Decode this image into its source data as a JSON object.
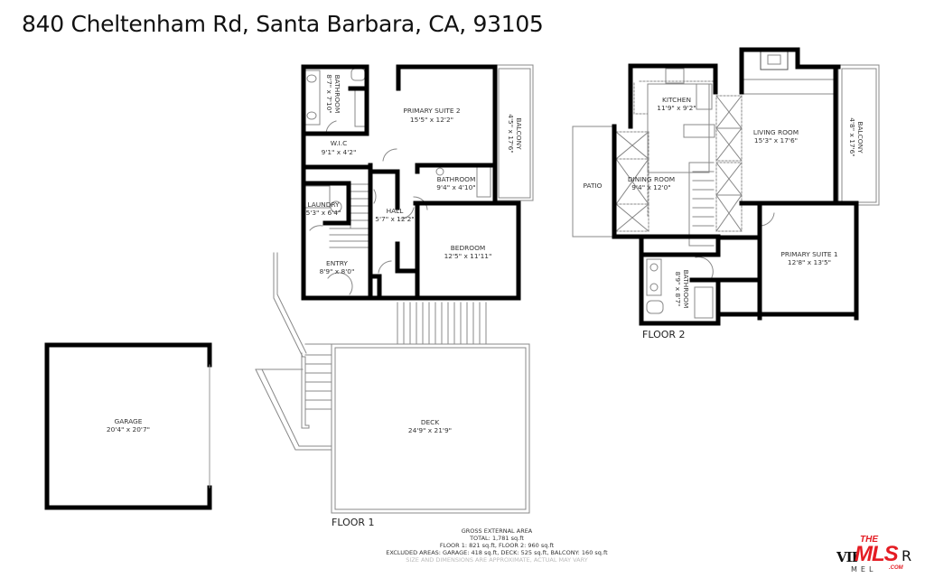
{
  "header": {
    "address": "840 Cheltenham Rd, Santa Barbara, CA, 93105"
  },
  "floor1": {
    "label": "FLOOR 1",
    "rooms": {
      "bathroom_a": {
        "name": "BATHROOM",
        "dims": "8'7\" x 7'10\""
      },
      "primary_suite_2": {
        "name": "PRIMARY SUITE 2",
        "dims": "15'5\" x 12'2\""
      },
      "balcony": {
        "name": "BALCONY",
        "dims": "4'5\" x 17'6\""
      },
      "wic": {
        "name": "W.I.C",
        "dims": "9'1\" x 4'2\""
      },
      "bathroom_b": {
        "name": "BATHROOM",
        "dims": "9'4\" x 4'10\""
      },
      "laundry": {
        "name": "LAUNDRY",
        "dims": "5'3\" x 6'4\""
      },
      "hall": {
        "name": "HALL",
        "dims": "5'7\" x 12'2\""
      },
      "bedroom": {
        "name": "BEDROOM",
        "dims": "12'5\" x 11'11\""
      },
      "entry": {
        "name": "ENTRY",
        "dims": "8'9\" x 8'0\""
      },
      "garage": {
        "name": "GARAGE",
        "dims": "20'4\" x 20'7\""
      },
      "deck": {
        "name": "DECK",
        "dims": "24'9\" x 21'9\""
      }
    }
  },
  "floor2": {
    "label": "FLOOR 2",
    "rooms": {
      "kitchen": {
        "name": "KITCHEN",
        "dims": "11'9\" x 9'2\""
      },
      "living_room": {
        "name": "LIVING ROOM",
        "dims": "15'3\" x 17'6\""
      },
      "balcony": {
        "name": "BALCONY",
        "dims": "4'8\" x 17'6\""
      },
      "patio": {
        "name": "PATIO",
        "dims": ""
      },
      "dining_room": {
        "name": "DINING ROOM",
        "dims": "9'4\" x 12'0\""
      },
      "primary_suite_1": {
        "name": "PRIMARY SUITE 1",
        "dims": "12'8\" x 13'5\""
      },
      "bathroom": {
        "name": "BATHROOM",
        "dims": "8'9\" x 8'7\""
      }
    }
  },
  "area_summary": {
    "heading": "GROSS EXTERNAL AREA",
    "total": "TOTAL: 1,781 sq.ft",
    "floors": "FLOOR 1: 821 sq.ft, FLOOR 2: 960 sq.ft",
    "excluded": "EXCLUDED AREAS: GARAGE: 418 sq.ft, DECK: 525 sq.ft, BALCONY: 160 sq.ft",
    "disclaimer": "SIZE AND DIMENSIONS ARE APPROXIMATE, ACTUAL MAY VARY"
  },
  "logo": {
    "prefix": "VII",
    "the": "THE",
    "mls": "MLS",
    "suffix": "R",
    "sub": "MEL",
    "com": ".COM",
    "brand_color": "#e41c23"
  }
}
